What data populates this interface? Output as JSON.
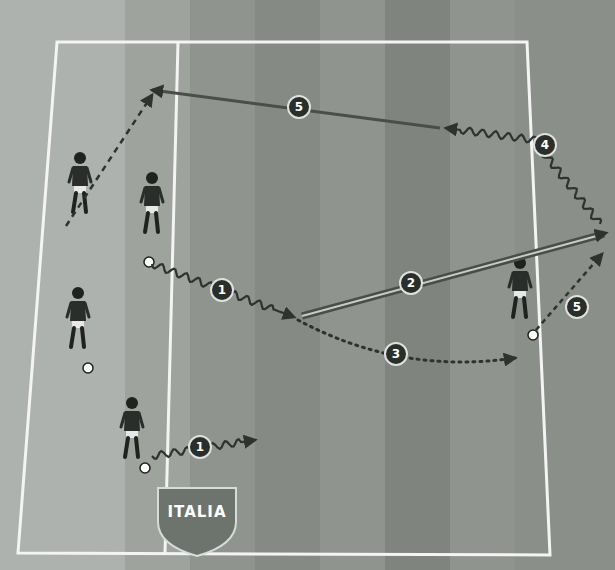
{
  "diagram": {
    "labels": [
      "5",
      "4",
      "1",
      "2",
      "3",
      "5",
      "1",
      "ITALIA"
    ]
  }
}
